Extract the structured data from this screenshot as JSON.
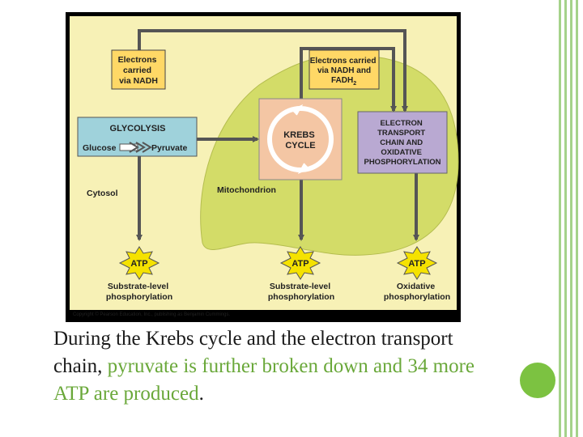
{
  "slide": {
    "colors": {
      "accent_green": "#7cc241",
      "border_green": "#a5d28a",
      "highlight_text": "#6aa83a"
    },
    "caption": {
      "part1": "During the Krebs cycle and the electron transport chain, ",
      "part2": "pyruvate is further broken down and 34 more ATP are produced",
      "part3": "."
    }
  },
  "diagram": {
    "colors": {
      "background": "#f7f1b6",
      "mitochondrion": "#d3dc68",
      "glycolysis": "#9fd2db",
      "krebs": "#f4c6a4",
      "etc": "#b9a9d2",
      "atp_burst": "#f5e200",
      "arrow": "#555555"
    },
    "labels": {
      "electrons_nadh": [
        "Electrons",
        "carried",
        "via NADH"
      ],
      "electrons_nadh_fadh": [
        "Electrons carried",
        "via NADH and"
      ],
      "fadh": "FADH",
      "fadh_sub": "2",
      "glycolysis_title": "GLYCOLYSIS",
      "glucose": "Glucose",
      "pyruvate": "Pyruvate",
      "krebs": [
        "KREBS",
        "CYCLE"
      ],
      "etc": [
        "ELECTRON",
        "TRANSPORT",
        "CHAIN AND",
        "OXIDATIVE",
        "PHOSPHORYLATION"
      ],
      "cytosol": "Cytosol",
      "mitochondrion": "Mitochondrion",
      "atp": "ATP",
      "substrate_level": [
        "Substrate-level",
        "phosphorylation"
      ],
      "oxidative": [
        "Oxidative",
        "phosphorylation"
      ],
      "copyright": "Copyright © Pearson Education, Inc., publishing as Benjamin Cummings."
    }
  }
}
